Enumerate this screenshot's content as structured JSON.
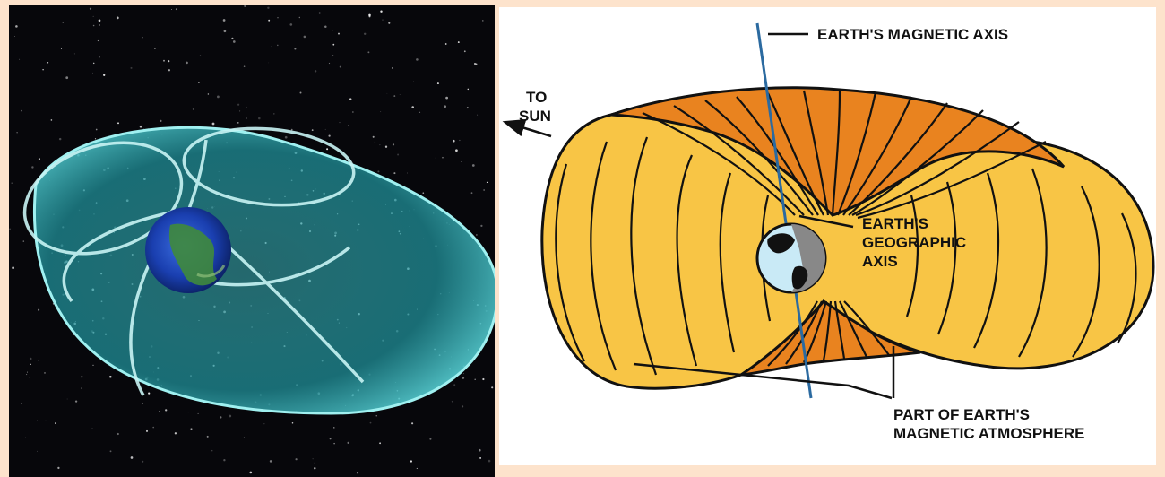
{
  "diagram": {
    "labels": {
      "magnetic_axis": "EARTH'S MAGNETIC AXIS",
      "to_sun_line1": "TO",
      "to_sun_line2": "SUN",
      "geographic_axis_line1": "EARTH'S",
      "geographic_axis_line2": "GEOGRAPHIC",
      "geographic_axis_line3": "AXIS",
      "atmosphere_line1": "PART OF EARTH'S",
      "atmosphere_line2": "MAGNETIC ATMOSPHERE"
    },
    "colors": {
      "outer_surface": "#f8c545",
      "inner_surface": "#e9831f",
      "field_lines": "#111111",
      "axis_line": "#2b6aa0",
      "earth_ocean": "#c9eaf6",
      "space": "#07070b",
      "magnetosphere_glow": "#5fd3d8",
      "page_background": "#fde3cc"
    }
  }
}
